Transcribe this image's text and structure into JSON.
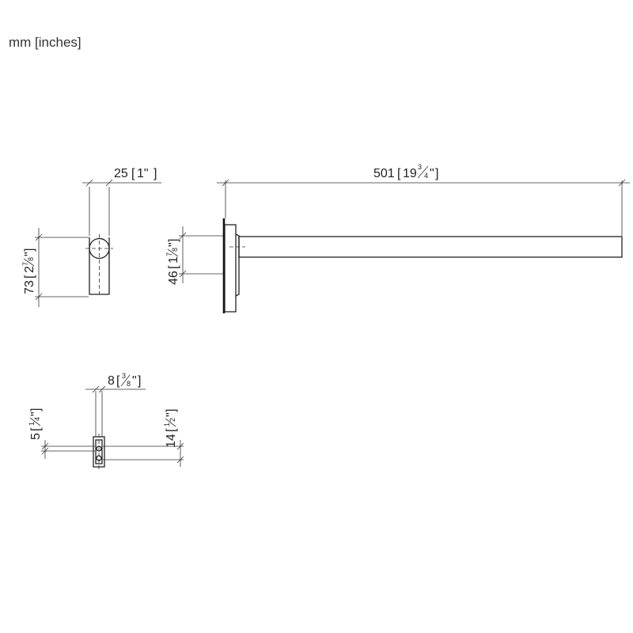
{
  "units_label": "mm [inches]",
  "dimensions": {
    "width_side": {
      "mm": "25",
      "inch": "1\""
    },
    "height_side": {
      "mm": "73",
      "inch_whole": "2",
      "inch_num": "7",
      "inch_den": "8",
      "inch_mark": "\""
    },
    "length": {
      "mm": "501",
      "inch_whole": "19",
      "inch_num": "3",
      "inch_den": "4",
      "inch_mark": "\""
    },
    "height_spout": {
      "mm": "46",
      "inch_whole": "1",
      "inch_num": "7",
      "inch_den": "8",
      "inch_mark": "\""
    },
    "slot_width": {
      "mm": "8",
      "inch_num": "3",
      "inch_den": "8",
      "inch_mark": "\""
    },
    "hole_offset": {
      "mm": "5",
      "inch_whole": "",
      "inch_num": "1",
      "inch_den": "4",
      "inch_mark": "\""
    },
    "slot_height": {
      "mm": "14",
      "inch_num": "1",
      "inch_den": "2",
      "inch_mark": "\""
    }
  }
}
